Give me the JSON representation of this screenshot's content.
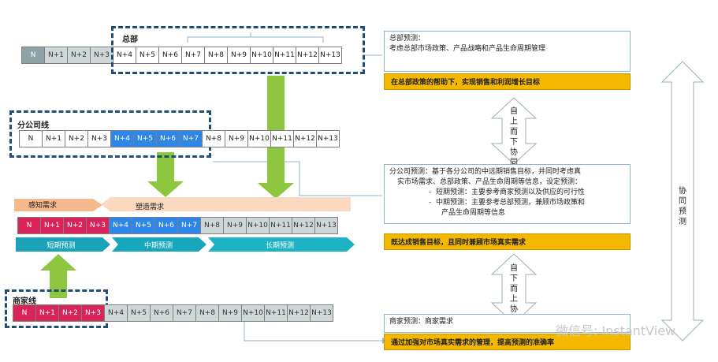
{
  "hq": {
    "title": "总部",
    "cells": [
      "N",
      "N+1",
      "N+2",
      "N+3",
      "N+4",
      "N+5",
      "N+6",
      "N+7",
      "N+8",
      "N+9",
      "N+10",
      "N+11",
      "N+12",
      "N+13"
    ]
  },
  "branch": {
    "title": "分公司线",
    "cells": [
      "N",
      "N+1",
      "N+2",
      "N+3",
      "N+4",
      "N+5",
      "N+6",
      "N+7",
      "N+8",
      "N+9",
      "N+10",
      "N+11",
      "N+12",
      "N+13"
    ]
  },
  "combined": {
    "arrow_left_label": "感知需求",
    "arrow_right_label": "塑造需求",
    "cells": [
      "N",
      "N+1",
      "N+2",
      "N+3",
      "N+4",
      "N+5",
      "N+6",
      "N+7",
      "N+8",
      "N+9",
      "N+10",
      "N+11",
      "N+12",
      "N+13"
    ],
    "phases": [
      "短期预测",
      "中期预测",
      "长期预测"
    ]
  },
  "dealer": {
    "title": "商家线",
    "cells": [
      "N",
      "N+1",
      "N+2",
      "N+3",
      "N+4",
      "N+5",
      "N+6",
      "N+7",
      "N+8",
      "N+9",
      "N+10",
      "N+11",
      "N+12",
      "N+13"
    ]
  },
  "right": {
    "hq_box_line1": "总部预测：",
    "hq_box_line2": "考虑总部市场政策、产品战略和产品生命周期管理",
    "hq_goal": "在总部政策的帮助下，实现销售和利润增长目标",
    "topdown": "自上而下协同",
    "branch_box_line1": "分公司预测：基于各分公司的中远期销售目标，并同时考虑真",
    "branch_box_line2": "实市场需求、总部政策、产品生命周期等信息，设定预测：",
    "branch_bullet1": "短期预测：主要参考商家预测以及供应的可行性",
    "branch_bullet2a": "中期预测：主要参考总部预测，兼顾市场政策和",
    "branch_bullet2b": "产品生命周期等信息",
    "branch_goal": "既达成销售目标，且同时兼顾市场真实需求",
    "bottomup": "自下而上协同",
    "dealer_box_line1": "商家预测：商家需求",
    "dealer_goal": "通过加强对市场真实需求的管理，提高预测的准确率",
    "side_label": "协同预测",
    "watermark": "微信号: InstantView"
  },
  "colors": {
    "navy": "#1f4e79",
    "green_arrow": "#8dc63f",
    "orange_arrow": "#f4b183",
    "teal": "#1aa3b8",
    "yellow": "#f5b800"
  }
}
